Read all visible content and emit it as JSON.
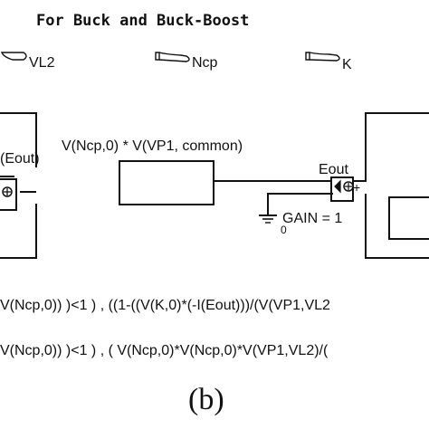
{
  "header": {
    "title": "For Buck and Buck-Boost"
  },
  "connectors": [
    {
      "label": "VL2"
    },
    {
      "label": "Ncp"
    },
    {
      "label": "K"
    }
  ],
  "blocks": {
    "left_source_label": "(Eout)",
    "left_source_symbol": "+",
    "center_expression": "V(Ncp,0) * V(VP1, common)",
    "eout_label": "Eout",
    "eout_symbol": "+",
    "gain_label": "GAIN = 1",
    "ground_label": "0"
  },
  "equations": [
    "V(Ncp,0)) )<1 ) ,  ((1-((V(K,0)*(-I(Eout)))/(V(VP1,VL2",
    "V(Ncp,0)) )<1 ) ,  ( V(Ncp,0)*V(Ncp,0)*V(VP1,VL2)/("
  ],
  "caption": "(b)"
}
